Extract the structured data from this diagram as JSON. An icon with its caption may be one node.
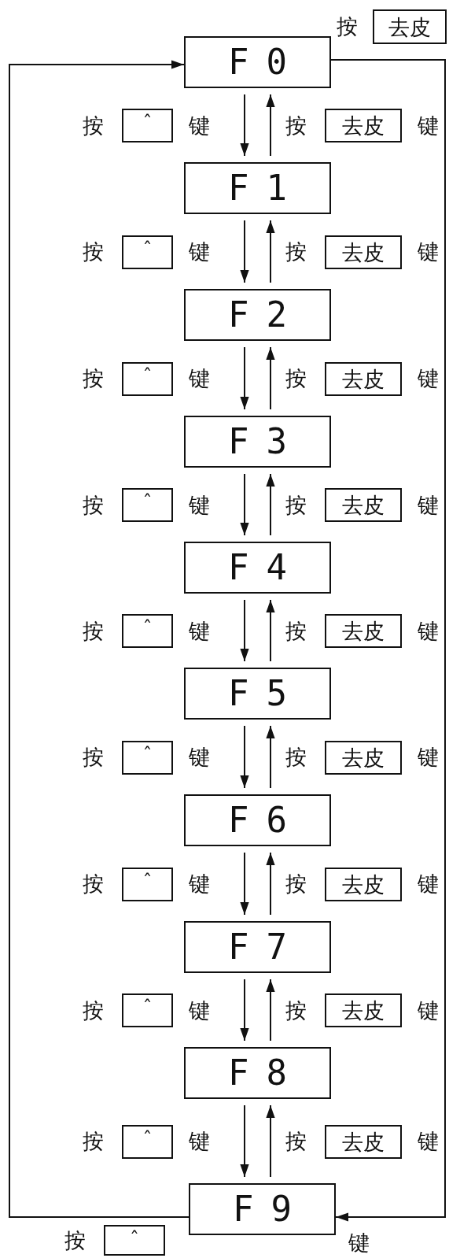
{
  "diagram": {
    "nodes": [
      {
        "text": [
          "去皮"
        ]
      },
      {
        "text": [
          "F0"
        ]
      },
      {
        "text": [
          "ˆ"
        ],
        "beside": [
          "按",
          "键"
        ]
      },
      {
        "text": [
          "去皮"
        ],
        "beside": [
          "按",
          "键"
        ]
      },
      {
        "text": [
          "F1"
        ]
      },
      {
        "text": [
          "ˆ"
        ],
        "beside": [
          "按",
          "键"
        ]
      },
      {
        "text": [
          "去皮"
        ],
        "beside": [
          "按",
          "键"
        ]
      },
      {
        "text": [
          "F2"
        ]
      },
      {
        "text": [
          "ˆ"
        ],
        "beside": [
          "按",
          "键"
        ]
      },
      {
        "text": [
          "去皮"
        ],
        "beside": [
          "按",
          "键"
        ]
      },
      {
        "text": [
          "F3"
        ]
      },
      {
        "text": [
          "ˆ"
        ],
        "beside": [
          "按",
          "键"
        ]
      },
      {
        "text": [
          "去皮"
        ],
        "beside": [
          "按",
          "键"
        ]
      },
      {
        "text": [
          "F4"
        ]
      },
      {
        "text": [
          "ˆ"
        ],
        "beside": [
          "按",
          "键"
        ]
      },
      {
        "text": [
          "去皮"
        ],
        "beside": [
          "按",
          "键"
        ]
      },
      {
        "text": [
          "F5"
        ]
      },
      {
        "text": [
          "ˆ"
        ],
        "beside": [
          "按",
          "键"
        ]
      },
      {
        "text": [
          "去皮"
        ],
        "beside": [
          "按",
          "键"
        ]
      },
      {
        "text": [
          "F6"
        ]
      },
      {
        "text": [
          "ˆ"
        ],
        "beside": [
          "按",
          "键"
        ]
      },
      {
        "text": [
          "去皮"
        ],
        "beside": [
          "按",
          "键"
        ]
      },
      {
        "text": [
          "F7"
        ]
      },
      {
        "text": [
          "ˆ"
        ],
        "beside": [
          "按",
          "键"
        ]
      },
      {
        "text": [
          "去皮"
        ],
        "beside": [
          "按",
          "键"
        ]
      },
      {
        "text": [
          "F8"
        ]
      },
      {
        "text": [
          "ˆ"
        ],
        "beside": [
          "按",
          "键"
        ]
      },
      {
        "text": [
          "去皮"
        ],
        "beside": [
          "按",
          "键"
        ]
      },
      {
        "text": [
          "F9"
        ]
      },
      {
        "text": [
          "ˆ"
        ],
        "beside": [
          "按"
        ]
      }
    ],
    "edges": [
      {
        "from": 1,
        "to": 4,
        "arrow": "to"
      },
      {
        "from": 4,
        "to": 1,
        "arrow": "to"
      },
      {
        "from": 4,
        "to": 7,
        "arrow": "to"
      },
      {
        "from": 7,
        "to": 4,
        "arrow": "to"
      },
      {
        "from": 7,
        "to": 10,
        "arrow": "to"
      },
      {
        "from": 10,
        "to": 7,
        "arrow": "to"
      },
      {
        "from": 10,
        "to": 13,
        "arrow": "to"
      },
      {
        "from": 13,
        "to": 10,
        "arrow": "to"
      },
      {
        "from": 13,
        "to": 16,
        "arrow": "to"
      },
      {
        "from": 16,
        "to": 13,
        "arrow": "to"
      },
      {
        "from": 16,
        "to": 19,
        "arrow": "to"
      },
      {
        "from": 19,
        "to": 16,
        "arrow": "to"
      },
      {
        "from": 19,
        "to": 22,
        "arrow": "to"
      },
      {
        "from": 22,
        "to": 19,
        "arrow": "to"
      },
      {
        "from": 22,
        "to": 25,
        "arrow": "to"
      },
      {
        "from": 25,
        "to": 22,
        "arrow": "to"
      },
      {
        "from": 25,
        "to": 28,
        "arrow": "to"
      },
      {
        "from": 28,
        "to": 25,
        "arrow": "to"
      },
      {
        "from": 28,
        "to": 1,
        "arrow": "to"
      },
      {
        "from": 1,
        "to": 28,
        "arrow": "to"
      }
    ],
    "labels": [
      "按",
      "键"
    ]
  }
}
